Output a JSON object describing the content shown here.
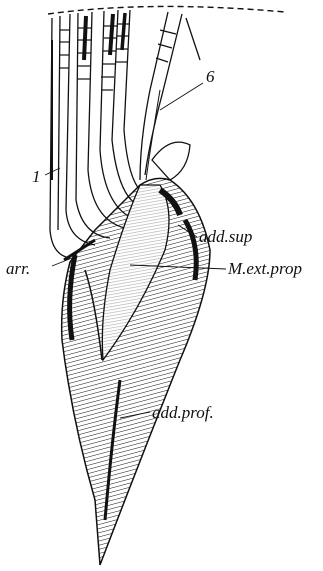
{
  "figure": {
    "labels": {
      "label_1": "1",
      "label_6": "6",
      "add_sup": "add.sup",
      "m_ext_prop": "M.ext.prop",
      "arr": "arr.",
      "add_prof": "add.prof."
    }
  }
}
